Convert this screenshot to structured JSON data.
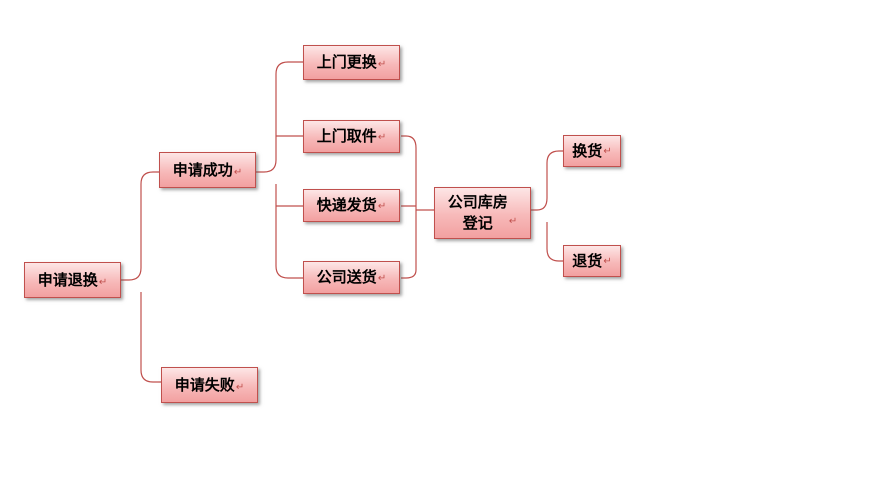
{
  "line_color": "#c0504d",
  "node_border_color": "#c0504d",
  "node_fill_colors": [
    "#fde6e6",
    "#f7b9b9",
    "#f2a0a0"
  ],
  "paragraph_mark": "↵",
  "nodes": {
    "apply_return_exchange": "申请退换",
    "apply_success": "申请成功",
    "apply_failure": "申请失败",
    "door_exchange": "上门更换",
    "door_pickup": "上门取件",
    "express_send": "快递发货",
    "company_delivery": "公司送货",
    "warehouse_register": "公司库房\n登记",
    "exchange_goods": "换货",
    "return_goods": "退货"
  }
}
